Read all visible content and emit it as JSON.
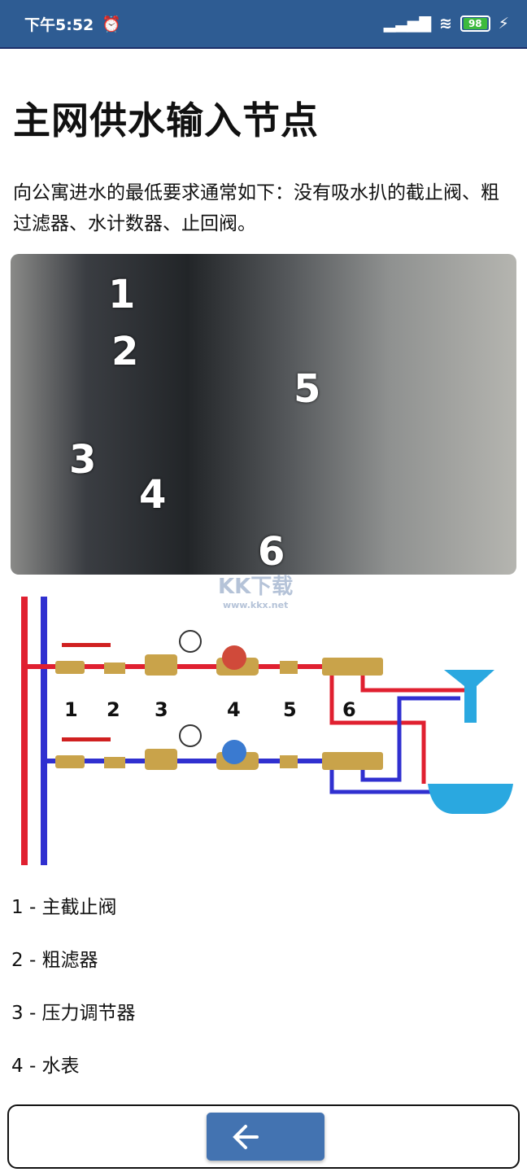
{
  "status": {
    "time": "下午5:52",
    "battery": "98"
  },
  "article": {
    "title": "主网供水输入节点",
    "intro": "向公寓进水的最低要求通常如下：没有吸水扒的截止阀、粗过滤器、水计数器、止回阀。",
    "photo_labels": [
      "1",
      "2",
      "3",
      "4",
      "5",
      "6"
    ],
    "diagram_labels": [
      "1",
      "2",
      "3",
      "4",
      "5",
      "6"
    ],
    "watermark": {
      "logo": "KK下载",
      "url": "www.kkx.net"
    },
    "legend": [
      "1 - 主截止阀",
      "2 - 粗滤器",
      "3 - 压力调节器",
      "4 - 水表"
    ]
  },
  "colors": {
    "status_bar": "#2e5c93",
    "button": "#4373b1",
    "hot": "#e02030",
    "cold": "#3030d0"
  }
}
